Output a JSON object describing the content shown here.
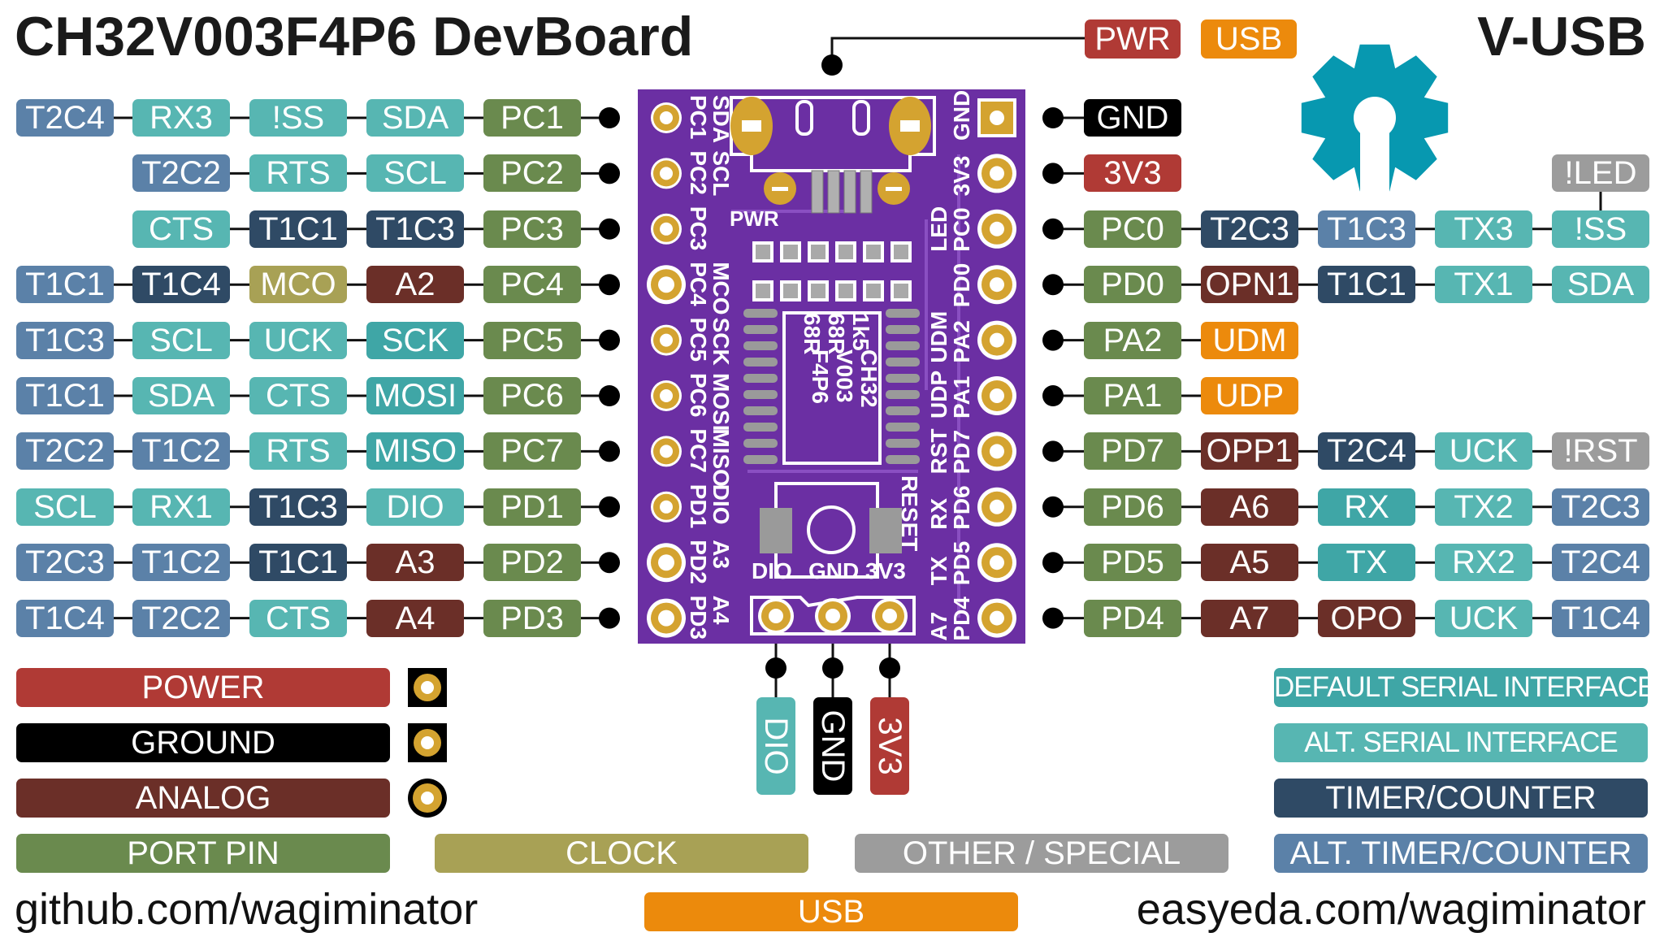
{
  "title": "CH32V003F4P6 DevBoard",
  "subtitle": "V-USB",
  "footer_left": "github.com/wagiminator",
  "footer_right": "easyeda.com/wagiminator",
  "icons": {
    "logo": "open-hardware-gear-icon"
  },
  "colors": {
    "power": "#b03a35",
    "ground": "#000000",
    "analog": "#6b2f28",
    "port": "#6a8a4e",
    "clock": "#a8a155",
    "other": "#9c9c9c",
    "usb": "#ec8a0c",
    "serial": "#3fa6a6",
    "alt_serial": "#57b6b2",
    "timer": "#2f4a65",
    "alt_timer": "#5b81a8",
    "pcb": "#6b2fa3",
    "pad": "#d4a330",
    "gear": "#0798b0"
  },
  "top_labels": [
    {
      "text": "PWR",
      "type": "power"
    },
    {
      "text": "USB",
      "type": "usb"
    }
  ],
  "left_pins": [
    [
      {
        "text": "T2C4",
        "type": "alt_timer"
      },
      {
        "text": "RX3",
        "type": "alt_serial"
      },
      {
        "text": "!SS",
        "type": "alt_serial"
      },
      {
        "text": "SDA",
        "type": "alt_serial"
      },
      {
        "text": "PC1",
        "type": "port"
      }
    ],
    [
      {
        "text": "T2C2",
        "type": "alt_timer"
      },
      {
        "text": "RTS",
        "type": "alt_serial"
      },
      {
        "text": "SCL",
        "type": "alt_serial"
      },
      {
        "text": "PC2",
        "type": "port"
      }
    ],
    [
      {
        "text": "CTS",
        "type": "alt_serial"
      },
      {
        "text": "T1C1",
        "type": "timer"
      },
      {
        "text": "T1C3",
        "type": "timer"
      },
      {
        "text": "PC3",
        "type": "port"
      }
    ],
    [
      {
        "text": "T1C1",
        "type": "alt_timer"
      },
      {
        "text": "T1C4",
        "type": "timer"
      },
      {
        "text": "MCO",
        "type": "clock"
      },
      {
        "text": "A2",
        "type": "analog"
      },
      {
        "text": "PC4",
        "type": "port"
      }
    ],
    [
      {
        "text": "T1C3",
        "type": "alt_timer"
      },
      {
        "text": "SCL",
        "type": "alt_serial"
      },
      {
        "text": "UCK",
        "type": "alt_serial"
      },
      {
        "text": "SCK",
        "type": "serial"
      },
      {
        "text": "PC5",
        "type": "port"
      }
    ],
    [
      {
        "text": "T1C1",
        "type": "alt_timer"
      },
      {
        "text": "SDA",
        "type": "alt_serial"
      },
      {
        "text": "CTS",
        "type": "alt_serial"
      },
      {
        "text": "MOSI",
        "type": "serial"
      },
      {
        "text": "PC6",
        "type": "port"
      }
    ],
    [
      {
        "text": "T2C2",
        "type": "alt_timer"
      },
      {
        "text": "T1C2",
        "type": "alt_timer"
      },
      {
        "text": "RTS",
        "type": "alt_serial"
      },
      {
        "text": "MISO",
        "type": "serial"
      },
      {
        "text": "PC7",
        "type": "port"
      }
    ],
    [
      {
        "text": "SCL",
        "type": "alt_serial"
      },
      {
        "text": "RX1",
        "type": "alt_serial"
      },
      {
        "text": "T1C3",
        "type": "timer"
      },
      {
        "text": "DIO",
        "type": "alt_serial"
      },
      {
        "text": "PD1",
        "type": "port"
      }
    ],
    [
      {
        "text": "T2C3",
        "type": "alt_timer"
      },
      {
        "text": "T1C2",
        "type": "alt_timer"
      },
      {
        "text": "T1C1",
        "type": "timer"
      },
      {
        "text": "A3",
        "type": "analog"
      },
      {
        "text": "PD2",
        "type": "port"
      }
    ],
    [
      {
        "text": "T1C4",
        "type": "alt_timer"
      },
      {
        "text": "T2C2",
        "type": "alt_timer"
      },
      {
        "text": "CTS",
        "type": "alt_serial"
      },
      {
        "text": "A4",
        "type": "analog"
      },
      {
        "text": "PD3",
        "type": "port"
      }
    ]
  ],
  "right_pins": [
    [
      {
        "text": "GND",
        "type": "ground"
      }
    ],
    [
      {
        "text": "3V3",
        "type": "power"
      }
    ],
    [
      {
        "text": "PC0",
        "type": "port"
      },
      {
        "text": "T2C3",
        "type": "timer"
      },
      {
        "text": "T1C3",
        "type": "alt_timer"
      },
      {
        "text": "TX3",
        "type": "alt_serial"
      },
      {
        "text": "!SS",
        "type": "alt_serial"
      }
    ],
    [
      {
        "text": "PD0",
        "type": "port"
      },
      {
        "text": "OPN1",
        "type": "analog"
      },
      {
        "text": "T1C1",
        "type": "timer"
      },
      {
        "text": "TX1",
        "type": "alt_serial"
      },
      {
        "text": "SDA",
        "type": "alt_serial"
      }
    ],
    [
      {
        "text": "PA2",
        "type": "port"
      },
      {
        "text": "UDM",
        "type": "usb"
      }
    ],
    [
      {
        "text": "PA1",
        "type": "port"
      },
      {
        "text": "UDP",
        "type": "usb"
      }
    ],
    [
      {
        "text": "PD7",
        "type": "port"
      },
      {
        "text": "OPP1",
        "type": "analog"
      },
      {
        "text": "T2C4",
        "type": "timer"
      },
      {
        "text": "UCK",
        "type": "alt_serial"
      },
      {
        "text": "!RST",
        "type": "other"
      }
    ],
    [
      {
        "text": "PD6",
        "type": "port"
      },
      {
        "text": "A6",
        "type": "analog"
      },
      {
        "text": "RX",
        "type": "serial"
      },
      {
        "text": "TX2",
        "type": "alt_serial"
      },
      {
        "text": "T2C3",
        "type": "alt_timer"
      }
    ],
    [
      {
        "text": "PD5",
        "type": "port"
      },
      {
        "text": "A5",
        "type": "analog"
      },
      {
        "text": "TX",
        "type": "serial"
      },
      {
        "text": "RX2",
        "type": "alt_serial"
      },
      {
        "text": "T2C4",
        "type": "alt_timer"
      }
    ],
    [
      {
        "text": "PD4",
        "type": "port"
      },
      {
        "text": "A7",
        "type": "analog"
      },
      {
        "text": "OPO",
        "type": "analog"
      },
      {
        "text": "UCK",
        "type": "alt_serial"
      },
      {
        "text": "T1C4",
        "type": "alt_timer"
      }
    ]
  ],
  "led_label": {
    "text": "!LED",
    "type": "other"
  },
  "bottom_pins": [
    {
      "text": "DIO",
      "type": "alt_serial"
    },
    {
      "text": "GND",
      "type": "ground"
    },
    {
      "text": "3V3",
      "type": "power"
    }
  ],
  "pcb_silk": {
    "left_names": [
      "PC1",
      "PC2",
      "PC3",
      "PC4",
      "PC5",
      "PC6",
      "PC7",
      "PD1",
      "PD2",
      "PD3"
    ],
    "left_funcs": [
      "SDA",
      "SCL",
      "",
      "MCO",
      "SCK",
      "MOSI",
      "MISO",
      "DIO",
      "A3",
      "A4"
    ],
    "right_names": [
      "GND",
      "3V3",
      "PC0",
      "PD0",
      "PA2",
      "PA1",
      "PD7",
      "PD6",
      "PD5",
      "PD4"
    ],
    "right_funcs": [
      "",
      "",
      "LED",
      "",
      "UDM",
      "UDP",
      "RST",
      "RX",
      "TX",
      "A7"
    ],
    "reset": "RESET",
    "pwr": "PWR",
    "header": [
      "DIO",
      "GND",
      "3V3"
    ],
    "chip": [
      "CH32",
      "V003",
      "F4P6"
    ],
    "resistors": [
      "1k5",
      "68R",
      "68R"
    ]
  },
  "legend_left": [
    {
      "text": "POWER",
      "type": "power"
    },
    {
      "text": "GROUND",
      "type": "ground"
    },
    {
      "text": "ANALOG",
      "type": "analog"
    },
    {
      "text": "PORT PIN",
      "type": "port"
    }
  ],
  "legend_middle": [
    {
      "text": "CLOCK",
      "type": "clock"
    },
    {
      "text": "OTHER / SPECIAL",
      "type": "other"
    },
    {
      "text": "USB",
      "type": "usb"
    }
  ],
  "legend_right": [
    {
      "text": "DEFAULT SERIAL INTERFACE",
      "type": "serial"
    },
    {
      "text": "ALT. SERIAL INTERFACE",
      "type": "alt_serial"
    },
    {
      "text": "TIMER/COUNTER",
      "type": "timer"
    },
    {
      "text": "ALT. TIMER/COUNTER",
      "type": "alt_timer"
    }
  ]
}
